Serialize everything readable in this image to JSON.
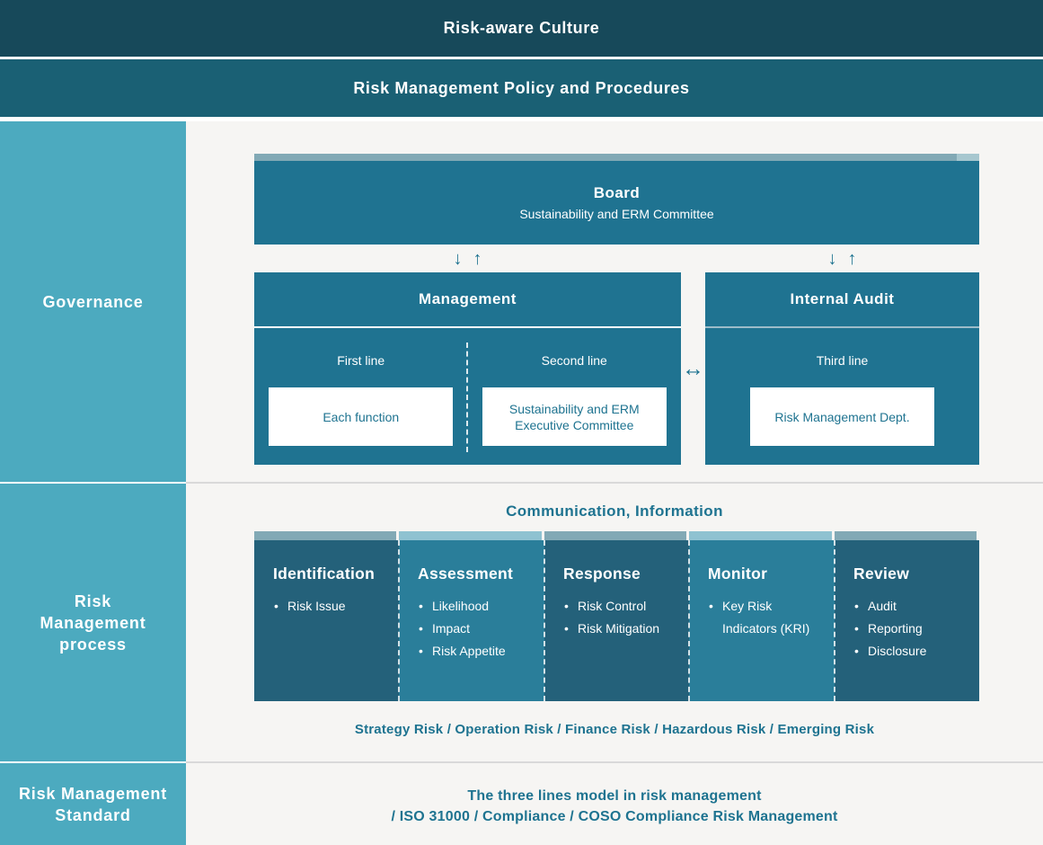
{
  "colors": {
    "dark_band": "#17495a",
    "teal_band": "#1a6074",
    "sidebar": "#4caabf",
    "page_bg": "#f6f5f3",
    "box_teal": "#1f7391",
    "col_dark": "#24617a",
    "col_light": "#2a7e9a",
    "strip_muted": "#82a9b5",
    "strip_light": "#8fc2d1",
    "strip_cap": "#a7c7cf",
    "accent_text": "#1e7390",
    "divider_grey": "#d9d9d9",
    "white": "#ffffff"
  },
  "top_bands": {
    "culture": "Risk-aware Culture",
    "policy": "Risk Management Policy and Procedures"
  },
  "sidebar": {
    "sections": [
      {
        "label": "Governance"
      },
      {
        "label": "Risk\nManagement\nprocess"
      },
      {
        "label": "Risk Management\nStandard"
      }
    ]
  },
  "governance": {
    "board": {
      "title": "Board",
      "subtitle": "Sustainability and ERM Committee"
    },
    "management": {
      "title": "Management",
      "first_line": {
        "label": "First line",
        "box": "Each function"
      },
      "second_line": {
        "label": "Second line",
        "box": "Sustainability and ERM Executive Committee"
      }
    },
    "internal_audit": {
      "title": "Internal Audit",
      "third_line": {
        "label": "Third line",
        "box": "Risk Management Dept."
      }
    },
    "arrows": {
      "down": "↓",
      "up": "↑",
      "left_right": "↔"
    }
  },
  "process": {
    "heading": "Communication, Information",
    "columns": [
      {
        "title": "Identification",
        "items": [
          "Risk Issue"
        ]
      },
      {
        "title": "Assessment",
        "items": [
          "Likelihood",
          "Impact",
          "Risk Appetite"
        ]
      },
      {
        "title": "Response",
        "items": [
          "Risk Control",
          "Risk Mitigation"
        ]
      },
      {
        "title": "Monitor",
        "items": [
          "Key Risk Indicators (KRI)"
        ]
      },
      {
        "title": "Review",
        "items": [
          "Audit",
          "Reporting",
          "Disclosure"
        ]
      }
    ],
    "risk_types": "Strategy Risk / Operation Risk / Finance Risk / Hazardous Risk / Emerging Risk"
  },
  "standard": {
    "line1": "The three lines model in risk management",
    "line2": "/ ISO 31000 / Compliance / COSO Compliance Risk Management"
  }
}
